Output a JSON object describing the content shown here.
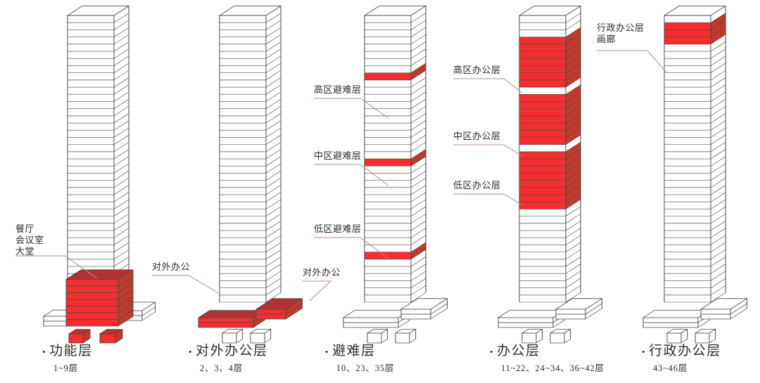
{
  "figure": {
    "type": "architectural-axonometric-diagram",
    "subject": "High-rise tower functional zoning / program stacking diagram",
    "colors": {
      "highlight_front": "#F22E2E",
      "highlight_top": "#B23232",
      "highlight_side": "#C0392B",
      "outline": "#4a4a4a",
      "slab_line": "#7a7a7a",
      "leader_line": "#b98a8e",
      "text": "#2b2b2b",
      "background": "#ffffff"
    }
  },
  "annotations": {
    "b1": {
      "lines": [
        "餐厅",
        "会议室",
        "大堂"
      ]
    },
    "b2a": {
      "lines": [
        "对外办公"
      ]
    },
    "b2b": {
      "lines": [
        "对外办公"
      ]
    },
    "b3high": {
      "lines": [
        "高区避难层"
      ]
    },
    "b3mid": {
      "lines": [
        "中区避难层"
      ]
    },
    "b3low": {
      "lines": [
        "低区避难层"
      ]
    },
    "b4high": {
      "lines": [
        "高区办公层"
      ]
    },
    "b4mid": {
      "lines": [
        "中区办公层"
      ]
    },
    "b4low": {
      "lines": [
        "低区办公层"
      ]
    },
    "b5": {
      "lines": [
        "行政办公层",
        "画廊"
      ]
    }
  },
  "captions": [
    {
      "bullet": "•",
      "title": "功能层",
      "sub": "1~9层"
    },
    {
      "bullet": "•",
      "title": "对外办公层",
      "sub": "2、3、4层"
    },
    {
      "bullet": "•",
      "title": "避难层",
      "sub": "10、23、35层"
    },
    {
      "bullet": "•",
      "title": "办公层",
      "sub": "11~22、24~34、36~42层"
    },
    {
      "bullet": "•",
      "title": "行政办公层",
      "sub": "43~46层"
    }
  ]
}
